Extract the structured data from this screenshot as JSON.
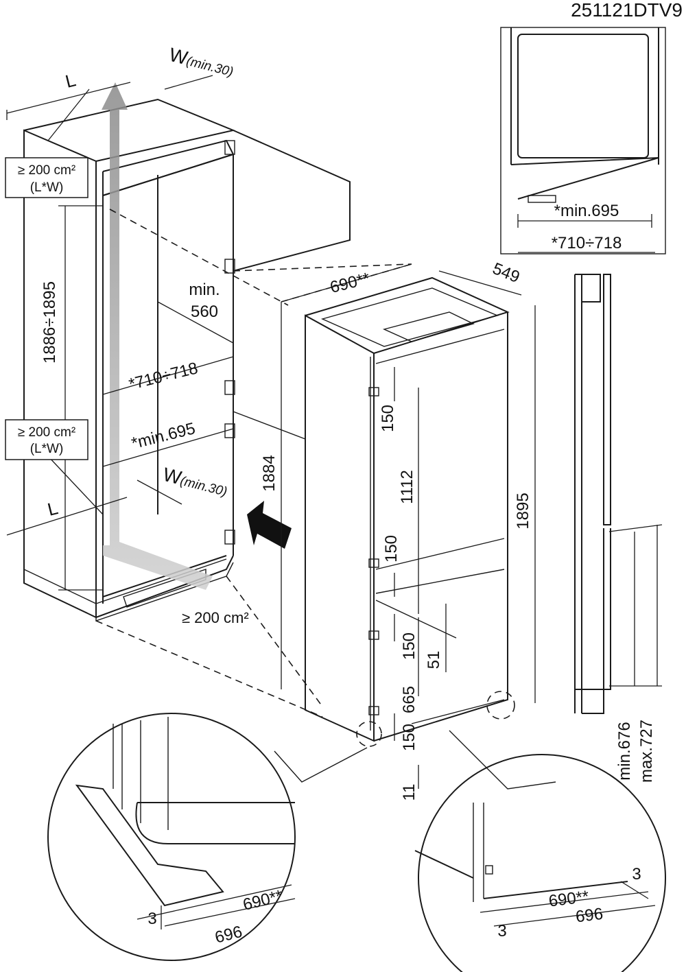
{
  "doc_code": "251121DTV9",
  "cabinet": {
    "length_label": "L",
    "ventilation_width": "W",
    "ventilation_width_note": "(min.30)",
    "vent_area_top": "≥ 200 cm²",
    "vent_area_top_formula": "(L*W)",
    "vent_area_mid": "≥ 200 cm²",
    "vent_area_mid_formula": "(L*W)",
    "vent_area_bottom": "≥ 200 cm²",
    "niche_height": "1886÷1895",
    "min_depth_line1": "min.",
    "min_depth_line2": "560",
    "niche_width": "*710÷718",
    "niche_min_width": "*min.695"
  },
  "appliance": {
    "depth": "690**",
    "width": "549",
    "overall_height": "1884",
    "height_right": "1895",
    "hinge_spacing_top": "150",
    "upper_door": "1112",
    "hinge_spacing_mid": "150",
    "hinge_spacing_low": "150",
    "door_gap": "51",
    "lower_door": "665",
    "hinge_spacing_bottom": "150",
    "base_gap": "11"
  },
  "top_view": {
    "min_width": "*min.695",
    "width_range": "*710÷718"
  },
  "side_profile": {
    "min_height": "min.676",
    "max_height": "max.727"
  },
  "detail_left": {
    "depth": "690**",
    "gap": "3",
    "total": "696"
  },
  "detail_right": {
    "depth": "690**",
    "gap_top": "3",
    "total": "696",
    "gap_bottom": "3"
  }
}
